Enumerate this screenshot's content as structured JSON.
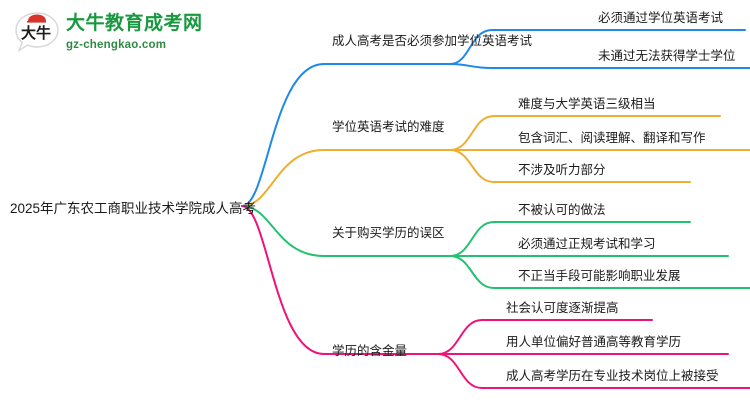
{
  "logo": {
    "name": "dainiu-education-logo",
    "cn_text": "大牛教育成考网",
    "en_text": "gz-chengkao.com",
    "mark_text": "大牛",
    "brand_green": "#18993f",
    "brand_red": "#d8332a"
  },
  "mindmap": {
    "root": {
      "label": "2025年广东农工商职业技术学院成人高考"
    },
    "branches": [
      {
        "label": "成人高考是否必须参加学位英语考试",
        "color": "#2089e8",
        "children": [
          {
            "label": "必须通过学位英语考试"
          },
          {
            "label": "未通过无法获得学士学位"
          }
        ]
      },
      {
        "label": "学位英语考试的难度",
        "color": "#eeaf2e",
        "children": [
          {
            "label": "难度与大学英语三级相当"
          },
          {
            "label": "包含词汇、阅读理解、翻译和写作"
          },
          {
            "label": "不涉及听力部分"
          }
        ]
      },
      {
        "label": "关于购买学历的误区",
        "color": "#25c172",
        "children": [
          {
            "label": "不被认可的做法"
          },
          {
            "label": "必须通过正规考试和学习"
          },
          {
            "label": "不正当手段可能影响职业发展"
          }
        ]
      },
      {
        "label": "学历的含金量",
        "color": "#ef1379",
        "children": [
          {
            "label": "社会认可度逐渐提高"
          },
          {
            "label": "用人单位偏好普通高等教育学历"
          },
          {
            "label": "成人高考学历在专业技术岗位上被接受"
          }
        ]
      }
    ]
  }
}
